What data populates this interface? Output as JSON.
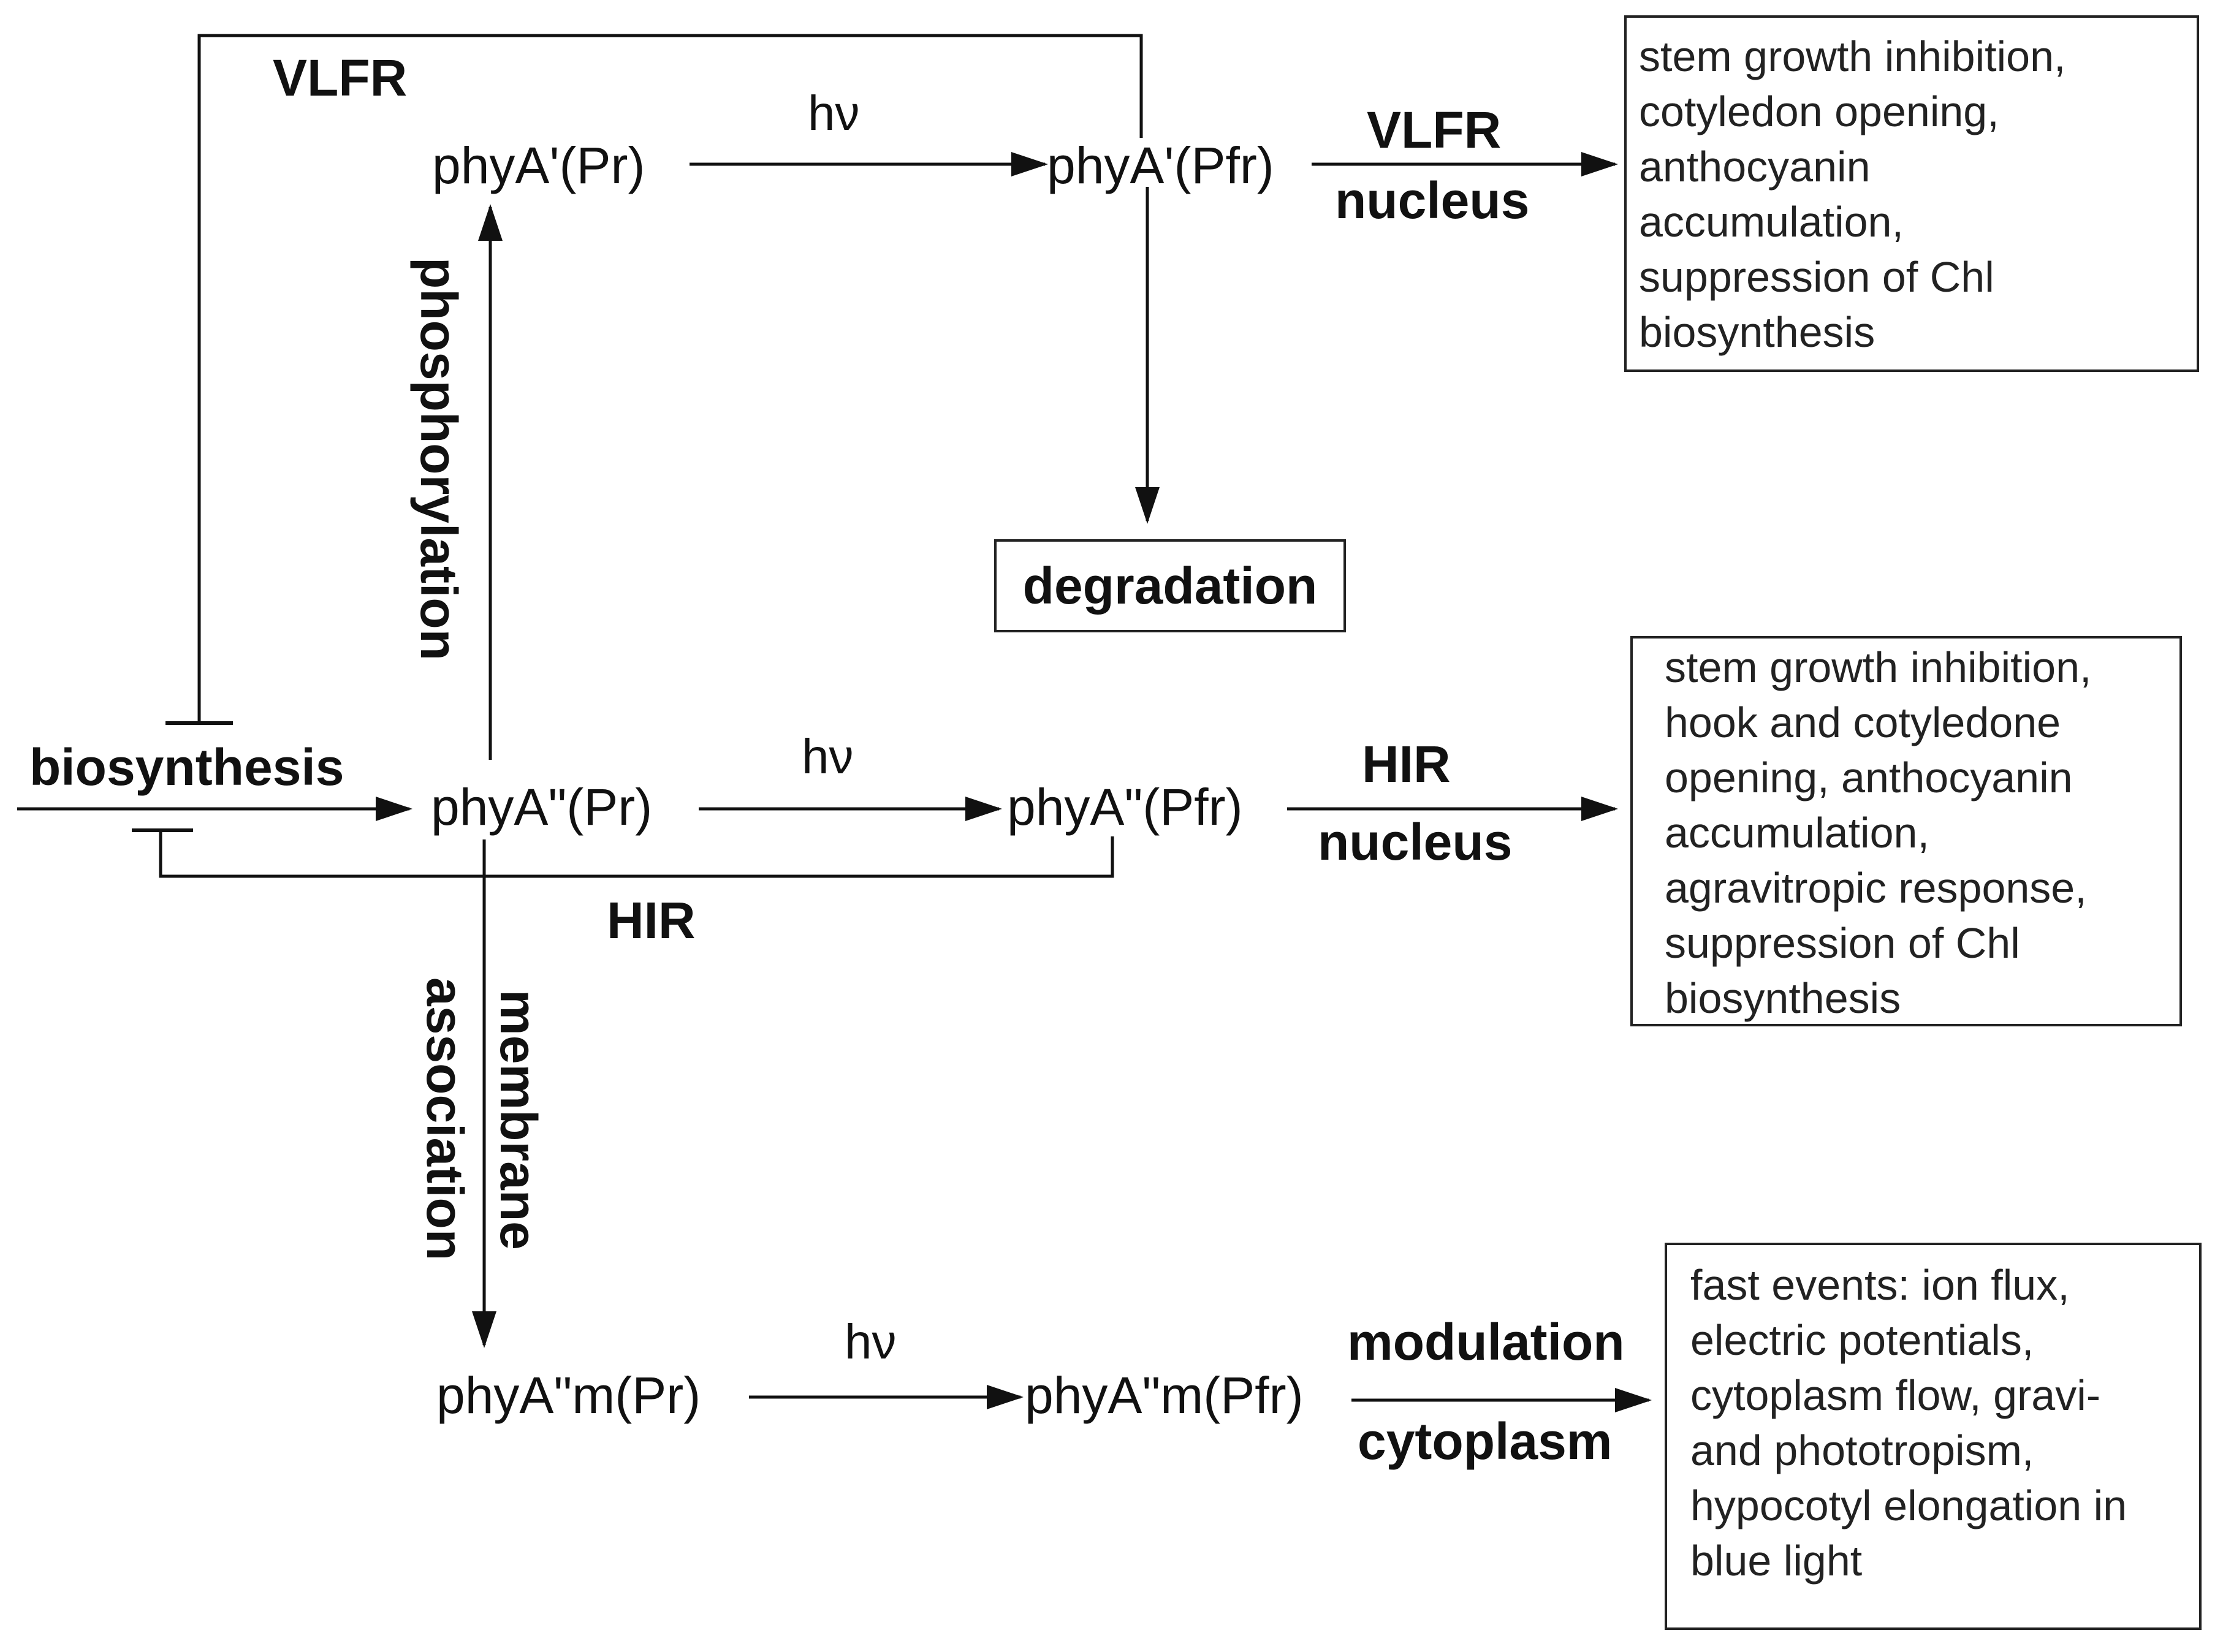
{
  "nodes": {
    "phyA1_pr": "phyA'(Pr)",
    "phyA1_pfr": "phyA'(Pfr)",
    "phyA2_pr": "phyA\"(Pr)",
    "phyA2_pfr": "phyA\"(Pfr)",
    "phyA2m_pr": "phyA\"m(Pr)",
    "phyA2m_pfr": "phyA\"m(Pfr)",
    "biosynthesis": "biosynthesis",
    "degradation": "degradation"
  },
  "edge_labels": {
    "hv": "hν",
    "vlfr": "VLFR",
    "hir": "HIR",
    "nucleus": "nucleus",
    "modulation": "modulation",
    "cytoplasm": "cytoplasm",
    "phosphorylation": "phosphorylation",
    "membrane": "membrane",
    "association": "association"
  },
  "responses": {
    "vlfr_box": [
      "stem growth inhibition,",
      "cotyledon opening,",
      "anthocyanin",
      "accumulation,",
      "suppression of Chl",
      "biosynthesis"
    ],
    "hir_box": [
      "stem growth inhibition,",
      "hook and cotyledone",
      "opening, anthocyanin",
      "accumulation,",
      "agravitropic response,",
      "suppression of Chl",
      "biosynthesis"
    ],
    "membrane_box": [
      "fast events: ion flux,",
      "electric potentials,",
      "cytoplasm flow, gravi-",
      "and phototropism,",
      "hypocotyl elongation in",
      "blue light"
    ]
  }
}
